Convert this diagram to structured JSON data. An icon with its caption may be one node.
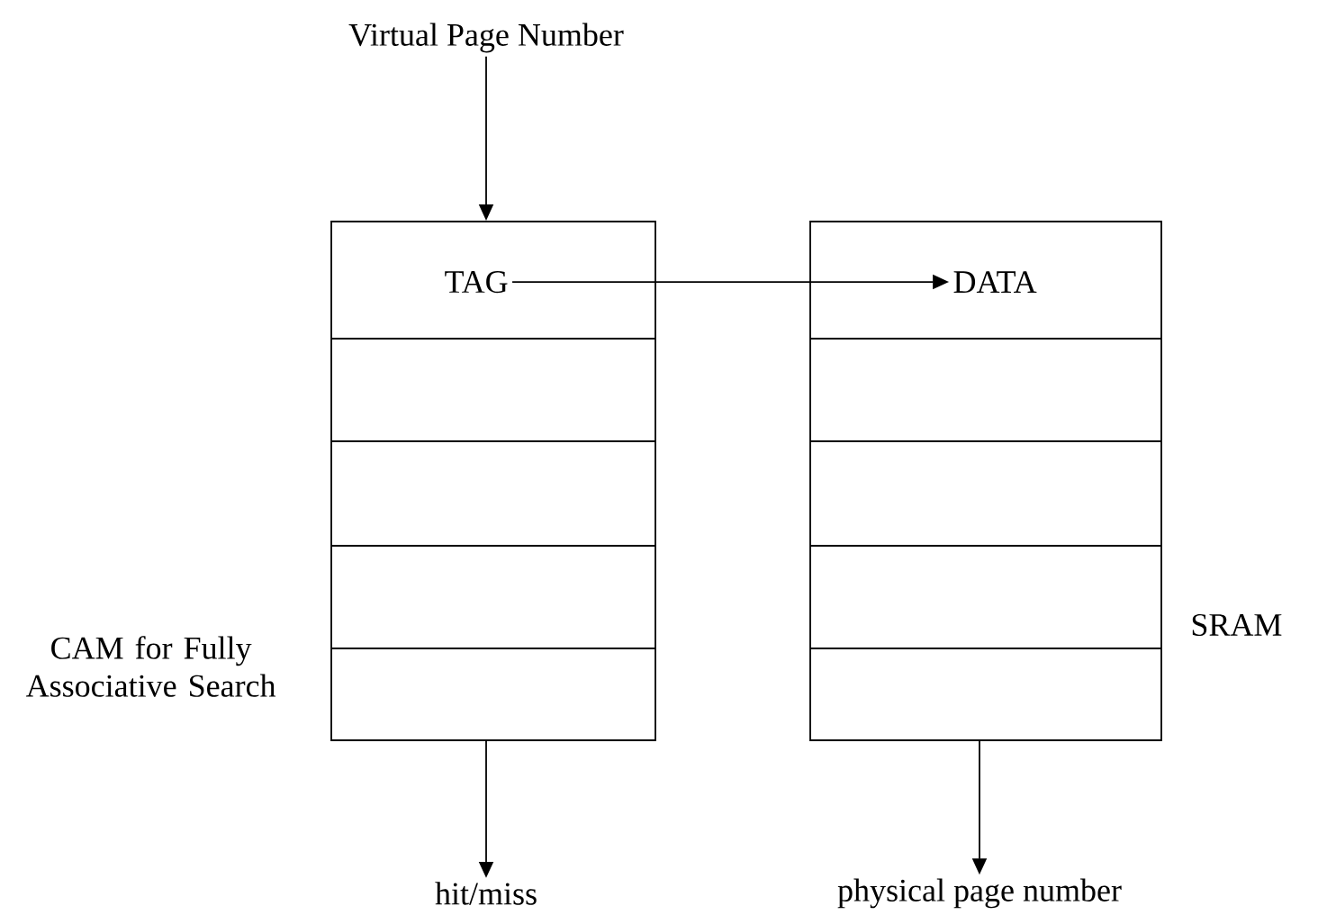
{
  "diagram": {
    "nodes": [
      {
        "text": [
          "Virtual Page Number"
        ]
      },
      {
        "text": [],
        "shape": "box",
        "beside": [
          "CAM for Fully Associative Search"
        ]
      },
      {
        "text": [
          "TAG"
        ],
        "in": 1
      },
      {
        "text": [],
        "shape": "box",
        "beside": [
          "SRAM"
        ]
      },
      {
        "text": [
          "DATA"
        ],
        "in": 3
      },
      {
        "text": [
          "hit/miss"
        ]
      },
      {
        "text": [
          "physical page number"
        ]
      }
    ],
    "edges": [
      {
        "from": 0,
        "to": 1,
        "arrow": "to"
      },
      {
        "from": 2,
        "to": 4,
        "arrow": "to"
      },
      {
        "from": 1,
        "to": 5,
        "arrow": "to"
      },
      {
        "from": 3,
        "to": 6,
        "arrow": "to"
      }
    ]
  }
}
